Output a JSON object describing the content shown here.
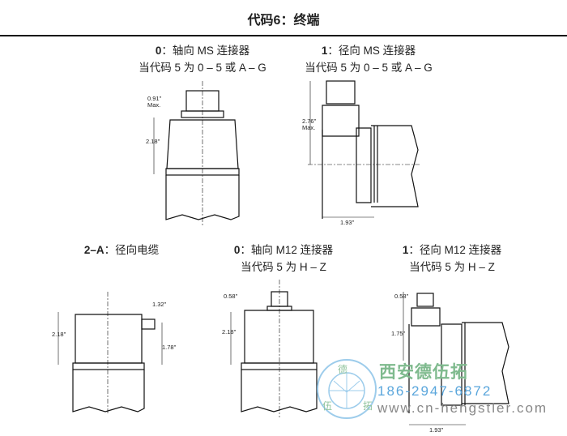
{
  "title": "代码6：终端",
  "sections": [
    {
      "code": "0",
      "label": "：轴向 MS 连接器",
      "note": "当代码 5 为 0 – 5 或 A – G",
      "dims": [
        "0.91\"",
        "Max.",
        "2.18\""
      ]
    },
    {
      "code": "1",
      "label": "：径向 MS 连接器",
      "note": "当代码 5 为 0 – 5 或 A – G",
      "dims": [
        "2.76\"",
        "Max.",
        "1.93\""
      ]
    },
    {
      "code": "2–A",
      "label": "：径向电缆",
      "dims": [
        "1.32\"",
        "2.18\"",
        "1.78\""
      ]
    },
    {
      "code": "0",
      "label": "：轴向 M12 连接器",
      "note": "当代码 5 为 H – Z",
      "dims": [
        "0.58\"",
        "2.18\""
      ]
    },
    {
      "code": "1",
      "label": "：径向 M12 连接器",
      "note": "当代码 5 为 H – Z",
      "dims": [
        "0.58\"",
        "1.75\"",
        "1.93\""
      ]
    }
  ],
  "watermark": {
    "company": "西安德伍拓",
    "phone": "186-2947-6872",
    "url": "www.cn-hengstler.com",
    "logo_chars": [
      "德",
      "伍",
      "拓"
    ],
    "colors": {
      "green": "#7fba8e",
      "blue": "#5aa6dc"
    }
  }
}
